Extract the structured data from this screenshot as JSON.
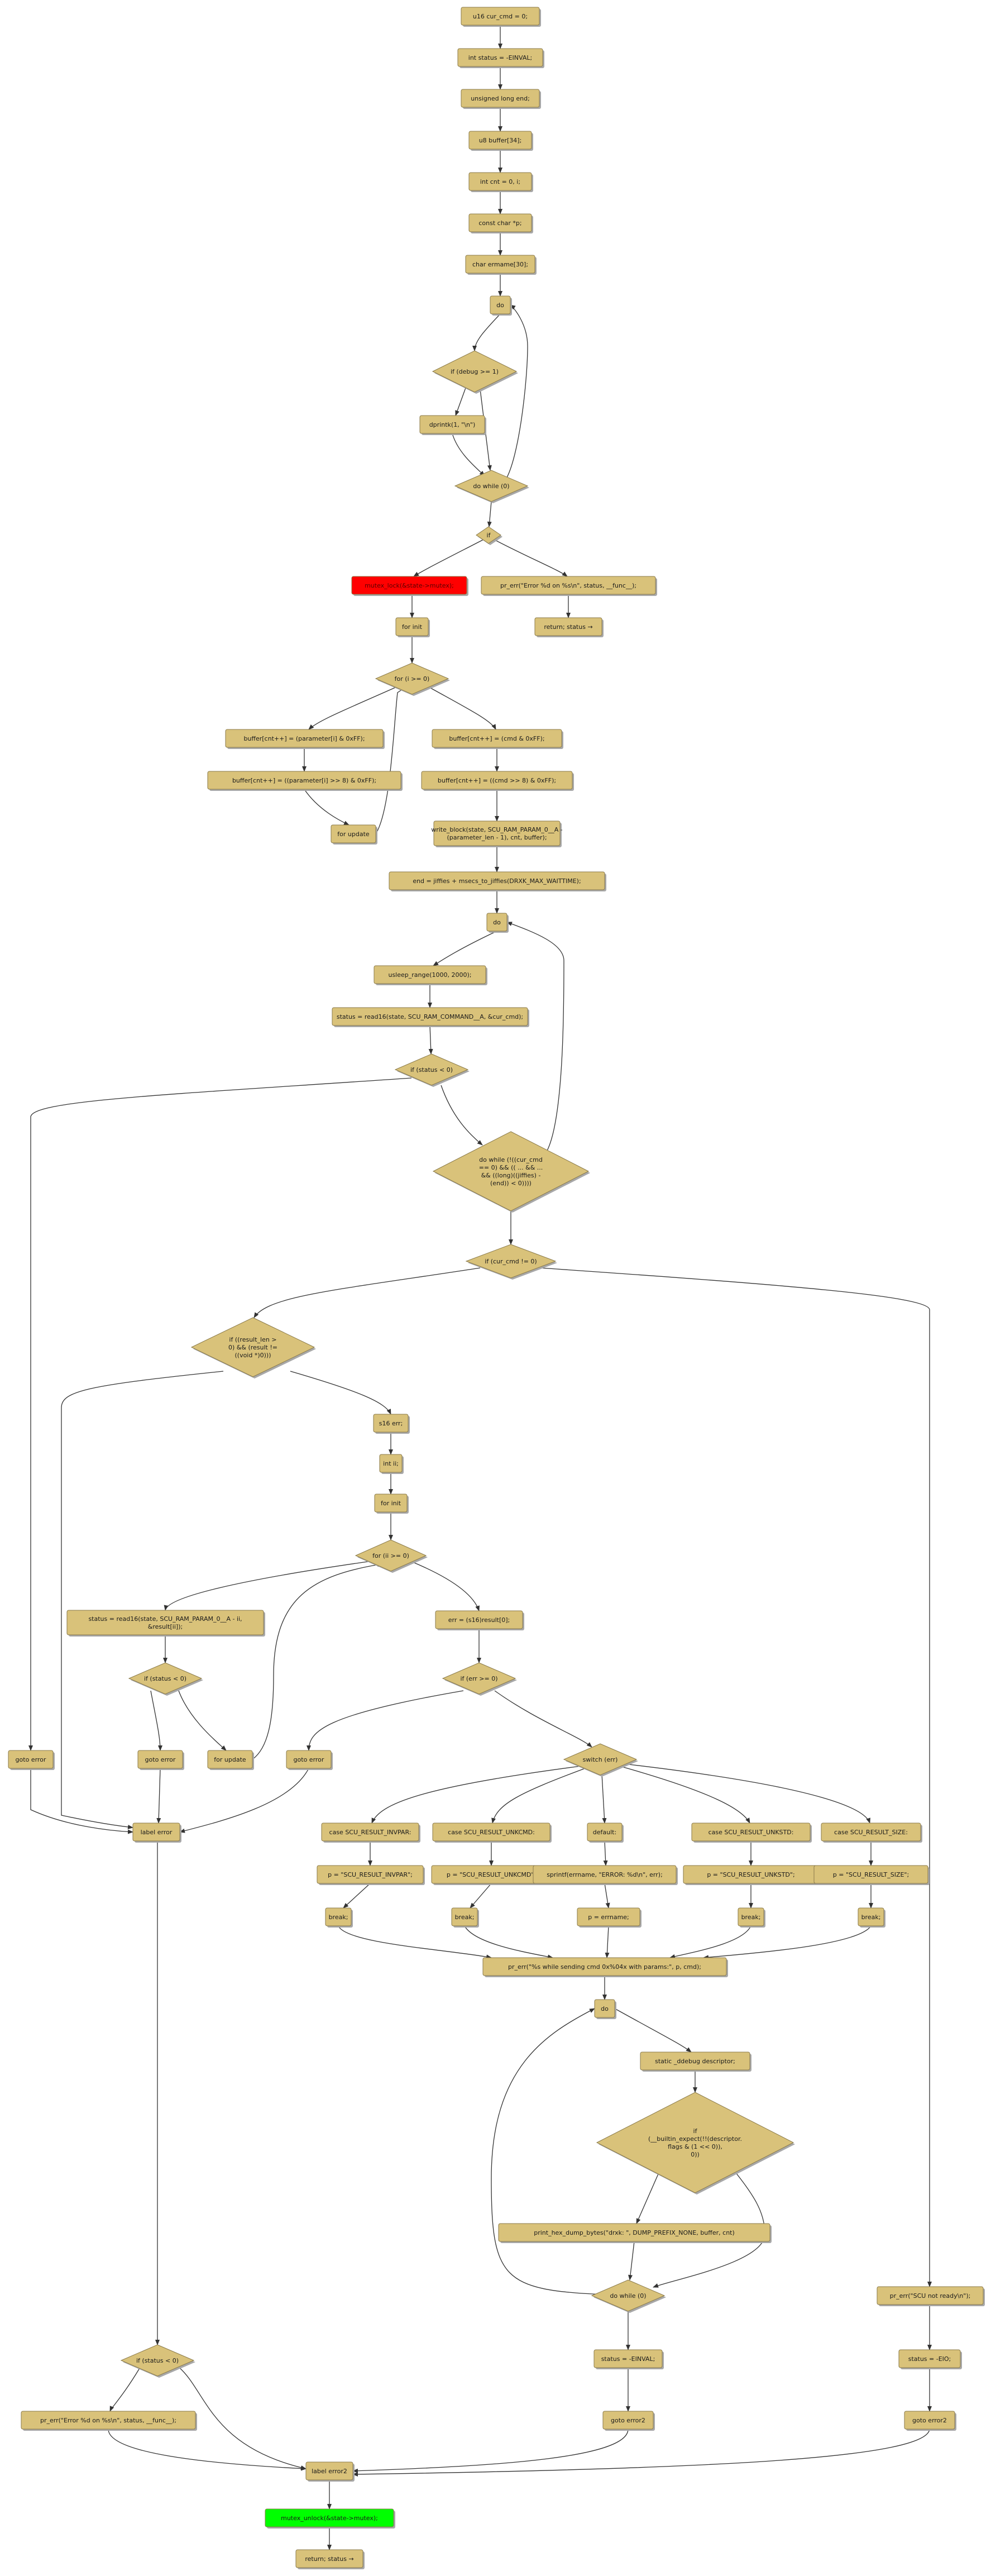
{
  "colors": {
    "node_fill": "#D9C27A",
    "node_stroke": "#8A7A4A",
    "shadow": "#A8A8A8",
    "edge": "#333333",
    "text": "#1a1a1a",
    "lock_fill": "#FF0000",
    "unlock_fill": "#00FF00"
  },
  "nodes": {
    "n1": "u16 cur_cmd = 0;",
    "n2": "int status = -EINVAL;",
    "n3": "unsigned long end;",
    "n4": "u8 buffer[34];",
    "n5": "int cnt = 0, i;",
    "n6": "const char *p;",
    "n7": "char ermame[30];",
    "n8": "do",
    "n9": "if (debug >= 1)",
    "n10": "dprintk(1, \"\\n\")",
    "n11": "do while (0)",
    "n12": "if",
    "n13": "mutex_lock(&state->mutex);",
    "n14": "pr_err(\"Error %d on %s\\n\", status, __func__);",
    "n15": "for init",
    "n16": "return; status →",
    "n17": "for (i >= 0)",
    "n18": "buffer[cnt++] = (parameter[i] & 0xFF);",
    "n19": "buffer[cnt++] = (cmd & 0xFF);",
    "n20": "buffer[cnt++] = ((parameter[i] >> 8) & 0xFF);",
    "n21": "buffer[cnt++] = ((cmd >> 8) & 0xFF);",
    "n22": "for update",
    "n23": [
      "write_block(state, SCU_RAM_PARAM_0__A -",
      "(parameter_len - 1), cnt, buffer);"
    ],
    "n24": "end = jiffies + msecs_to_jiffies(DRXK_MAX_WAITTIME);",
    "n25": "do",
    "n26": "usleep_range(1000, 2000);",
    "n27": "status = read16(state, SCU_RAM_COMMAND__A, &cur_cmd);",
    "n28": "if (status < 0)",
    "n29": [
      "do while (!((cur_cmd",
      "== 0) && (( ... && ...",
      "&& ((long)((jiffies) -",
      "(end)) < 0))))"
    ],
    "n30": "if (cur_cmd != 0)",
    "n31": [
      "if ((result_len >",
      "0) && (result !=",
      "((void *)0)))"
    ],
    "n32": "s16 err;",
    "n33": "int ii;",
    "n34": "for init",
    "n35": "for (ii >= 0)",
    "n36": [
      "status = read16(state, SCU_RAM_PARAM_0__A - ii,",
      "&result[ii]);"
    ],
    "n37": "err = (s16)result[0];",
    "n38": "if (status < 0)",
    "n39": "if (err >= 0)",
    "n40": "goto error",
    "n41": "goto error",
    "n42": "for update",
    "n43": "goto error",
    "n44": "switch (err)",
    "n45": "label error",
    "n46": "case SCU_RESULT_INVPAR:",
    "n47": "case SCU_RESULT_UNKCMD:",
    "n48": "default:",
    "n49": "case SCU_RESULT_UNKSTD:",
    "n50": "case SCU_RESULT_SIZE:",
    "n51": "p = \"SCU_RESULT_INVPAR\";",
    "n52": "p = \"SCU_RESULT_UNKCMD\";",
    "n53": "sprintf(errname, \"ERROR: %d\\n\", err);",
    "n54": "p = \"SCU_RESULT_UNKSTD\";",
    "n55": "p = \"SCU_RESULT_SIZE\";",
    "n56": "break;",
    "n57": "break;",
    "n58": "p = errname;",
    "n59": "break;",
    "n60": "break;",
    "n61": "pr_err(\"%s while sending cmd 0x%04x with params:\", p, cmd);",
    "n62": "do",
    "n63": "static _ddebug descriptor;",
    "n64": [
      "if",
      "(__builtin_expect(!!(descriptor.",
      "flags & (1 << 0)),",
      "0))"
    ],
    "n65": "print_hex_dump_bytes(\"drxk: \", DUMP_PREFIX_NONE, buffer, cnt)",
    "n66": "do while (0)",
    "n67": "pr_err(\"SCU not ready\\n\");",
    "n68": "if (status < 0)",
    "n69": "status = -EINVAL;",
    "n70": "status = -EIO;",
    "n71": "pr_err(\"Error %d on %s\\n\", status, __func__);",
    "n72": "goto error2",
    "n73": "goto error2",
    "n74": "label error2",
    "n75": "mutex_unlock(&state->mutex);",
    "n76": "return; status →"
  }
}
